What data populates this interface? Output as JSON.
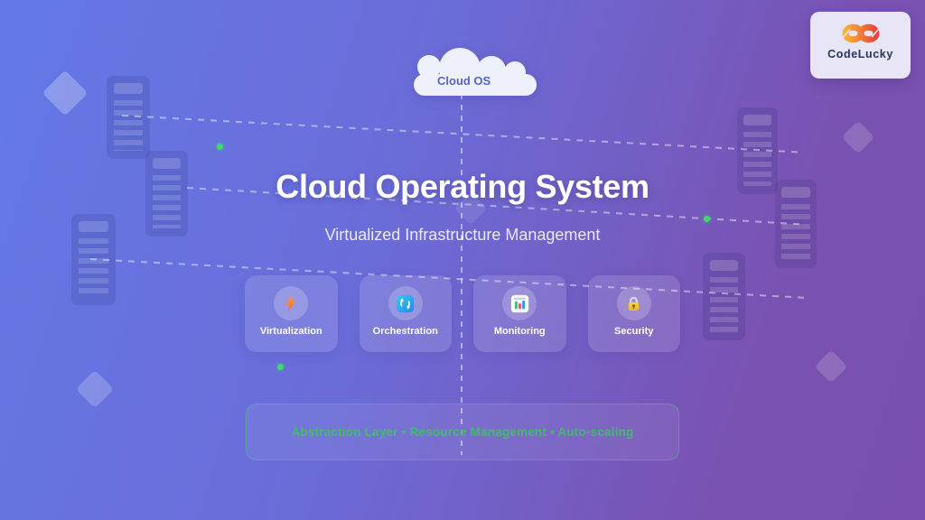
{
  "brand": {
    "name": "CodeLucky",
    "logo_icon": "infinity-icon",
    "logo_gradient": [
      "#f9b234",
      "#e8453c"
    ],
    "badge_bg": "#e8e5f6",
    "text_color": "#27355c"
  },
  "cloud_badge": {
    "label": "Cloud OS",
    "text_color": "#5565c2"
  },
  "hero": {
    "title": "Cloud Operating System",
    "subtitle": "Virtualized Infrastructure Management"
  },
  "features": [
    {
      "label": "Virtualization",
      "icon": "lightning-bolt-icon",
      "icon_color": "#ff8a3d"
    },
    {
      "label": "Orchestration",
      "icon": "sync-arrows-icon",
      "icon_color": "#29b0ee"
    },
    {
      "label": "Monitoring",
      "icon": "bar-chart-icon",
      "bar_colors": [
        "#2ecc71",
        "#ff4d7d",
        "#2d9cf0"
      ]
    },
    {
      "label": "Security",
      "icon": "padlock-icon",
      "icon_color": "#f6c445"
    }
  ],
  "footer_banner": {
    "text": "Abstraction Layer • Resource Management • Auto-scaling",
    "text_color": "#3fbf68",
    "border_color": "#4cc878"
  },
  "background": {
    "gradient": [
      "#6379e7",
      "#6b6cd8",
      "#7a4fae"
    ],
    "accent_dot_color": "#3fd96b",
    "dashed_line_color": "rgba(255,255,255,0.45)"
  }
}
